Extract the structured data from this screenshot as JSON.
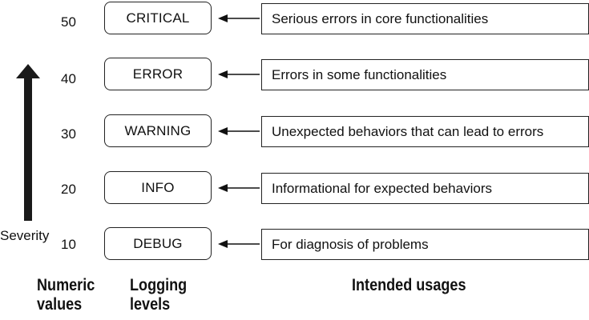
{
  "severity": {
    "label": "Severity"
  },
  "levels": [
    {
      "value": "50",
      "name": "CRITICAL",
      "usage": "Serious errors in core functionalities"
    },
    {
      "value": "40",
      "name": "ERROR",
      "usage": "Errors in some functionalities"
    },
    {
      "value": "30",
      "name": "WARNING",
      "usage": "Unexpected behaviors that can lead to errors"
    },
    {
      "value": "20",
      "name": "INFO",
      "usage": "Informational for expected behaviors"
    },
    {
      "value": "10",
      "name": "DEBUG",
      "usage": "For diagnosis of problems"
    }
  ],
  "headings": {
    "numeric_line1": "Numeric",
    "numeric_line2": "values",
    "levels_line1": "Logging",
    "levels_line2": "levels",
    "usages": "Intended usages"
  }
}
